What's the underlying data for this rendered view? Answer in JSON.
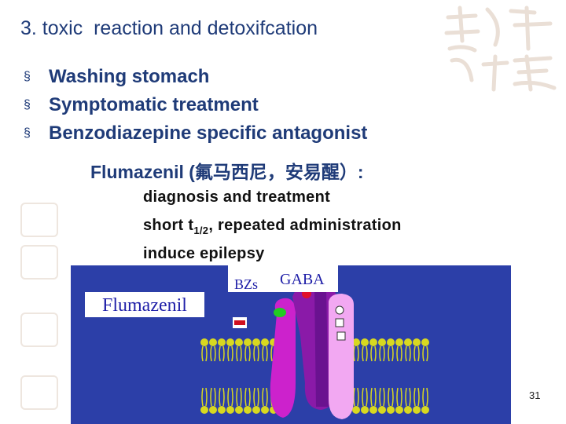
{
  "slide": {
    "title": "3. toxic  reaction and detoxifcation",
    "bullets": [
      {
        "marker": "§",
        "text": "Washing stomach"
      },
      {
        "marker": "§",
        "text": "Symptomatic treatment"
      },
      {
        "marker": "§",
        "text": "Benzodiazepine specific antagonist"
      }
    ],
    "sub_line": "Flumazenil (氟马西尼，安易醒）:",
    "notes": [
      {
        "text": "diagnosis  and  treatment"
      },
      {
        "pre": "short t",
        "sub": "1/2",
        "post": ", repeated administration"
      },
      {
        "text": "induce epilepsy"
      }
    ],
    "page_number": "31"
  },
  "diagram": {
    "label_drug": "Flumazenil",
    "label_bzs": "BZs",
    "label_gaba": "GABA",
    "colors": {
      "panel_bg": "#2c3fa8",
      "lipid_head": "#d8d820",
      "receptor_magenta": "#cc22cc",
      "receptor_purple": "#8a1aa8",
      "receptor_pink": "#f2a8f2",
      "flumazenil_box": "#ffffff",
      "bzs_ligand": "#22cc22",
      "gaba_ligand": "#e0102a"
    }
  }
}
